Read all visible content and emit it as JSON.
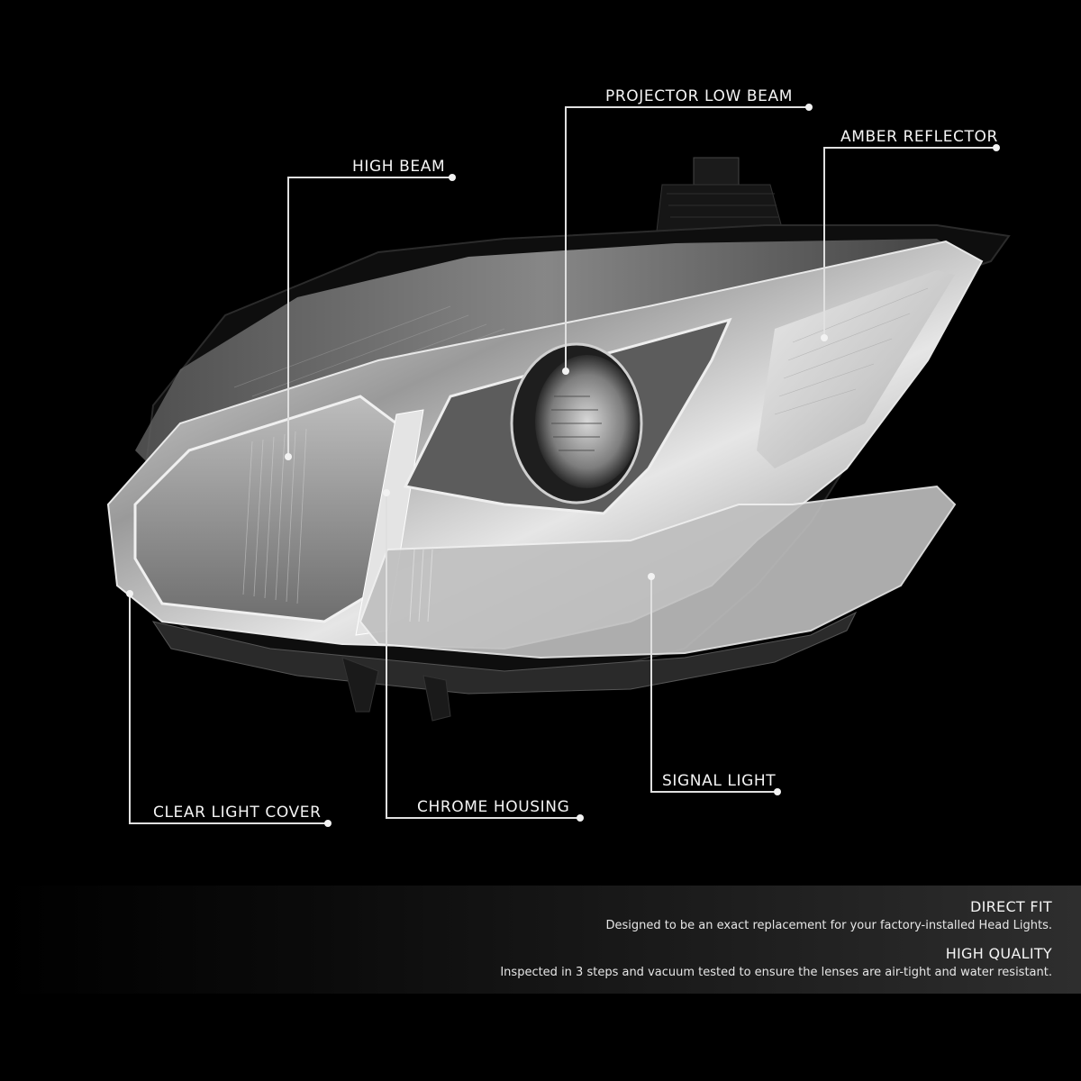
{
  "callouts": [
    {
      "id": "projector-low-beam",
      "label": "PROJECTOR LOW BEAM"
    },
    {
      "id": "amber-reflector",
      "label": "AMBER REFLECTOR"
    },
    {
      "id": "high-beam",
      "label": "HIGH BEAM"
    },
    {
      "id": "signal-light",
      "label": "SIGNAL LIGHT"
    },
    {
      "id": "clear-light-cover",
      "label": "CLEAR LIGHT COVER"
    },
    {
      "id": "chrome-housing",
      "label": "CHROME HOUSING"
    }
  ],
  "features": [
    {
      "title": "DIRECT FIT",
      "description": "Designed to be an exact replacement for your factory-installed Head Lights."
    },
    {
      "title": "HIGH QUALITY",
      "description": "Inspected in 3 steps and vacuum tested to ensure the lenses are air-tight and water resistant."
    }
  ],
  "colors": {
    "background": "#000000",
    "callout_line": "#e0e0e0",
    "chrome": "#c8c8c8"
  }
}
